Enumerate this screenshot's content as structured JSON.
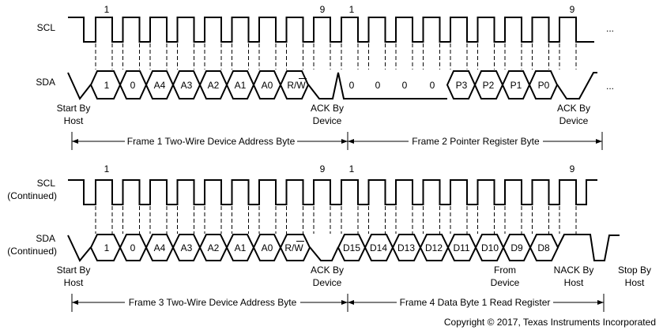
{
  "signals": {
    "scl": "SCL",
    "sda": "SDA",
    "scl_cont": [
      "SCL",
      "(Continued)"
    ],
    "sda_cont": [
      "SDA",
      "(Continued)"
    ]
  },
  "pulse_markers": {
    "first": "1",
    "last": "9"
  },
  "ellipsis": "...",
  "frames": [
    {
      "title": "Frame 1 Two-Wire Device Address Byte",
      "bits": [
        "1",
        "0",
        "A4",
        "A3",
        "A2",
        "A1",
        "A0",
        "R/W"
      ],
      "start_note": [
        "Start By",
        "Host"
      ],
      "ack_note": [
        "ACK By",
        "Device"
      ]
    },
    {
      "title": "Frame 2 Pointer Register Byte",
      "bits": [
        "0",
        "0",
        "0",
        "0",
        "P3",
        "P2",
        "P1",
        "P0"
      ],
      "ack_note": [
        "ACK By",
        "Device"
      ]
    },
    {
      "title": "Frame 3 Two-Wire Device Address Byte",
      "bits": [
        "1",
        "0",
        "A4",
        "A3",
        "A2",
        "A1",
        "A0",
        "R/W"
      ],
      "start_note": [
        "Start By",
        "Host"
      ],
      "ack_note": [
        "ACK By",
        "Device"
      ]
    },
    {
      "title": "Frame 4 Data Byte 1 Read Register",
      "bits": [
        "D15",
        "D14",
        "D13",
        "D12",
        "D11",
        "D10",
        "D9",
        "D8"
      ],
      "from_note": [
        "From",
        "Device"
      ],
      "nack_note": [
        "NACK By",
        "Host"
      ],
      "stop_note": [
        "Stop By",
        "Host"
      ]
    }
  ],
  "copyright": "Copyright © 2017, Texas Instruments Incorporated"
}
